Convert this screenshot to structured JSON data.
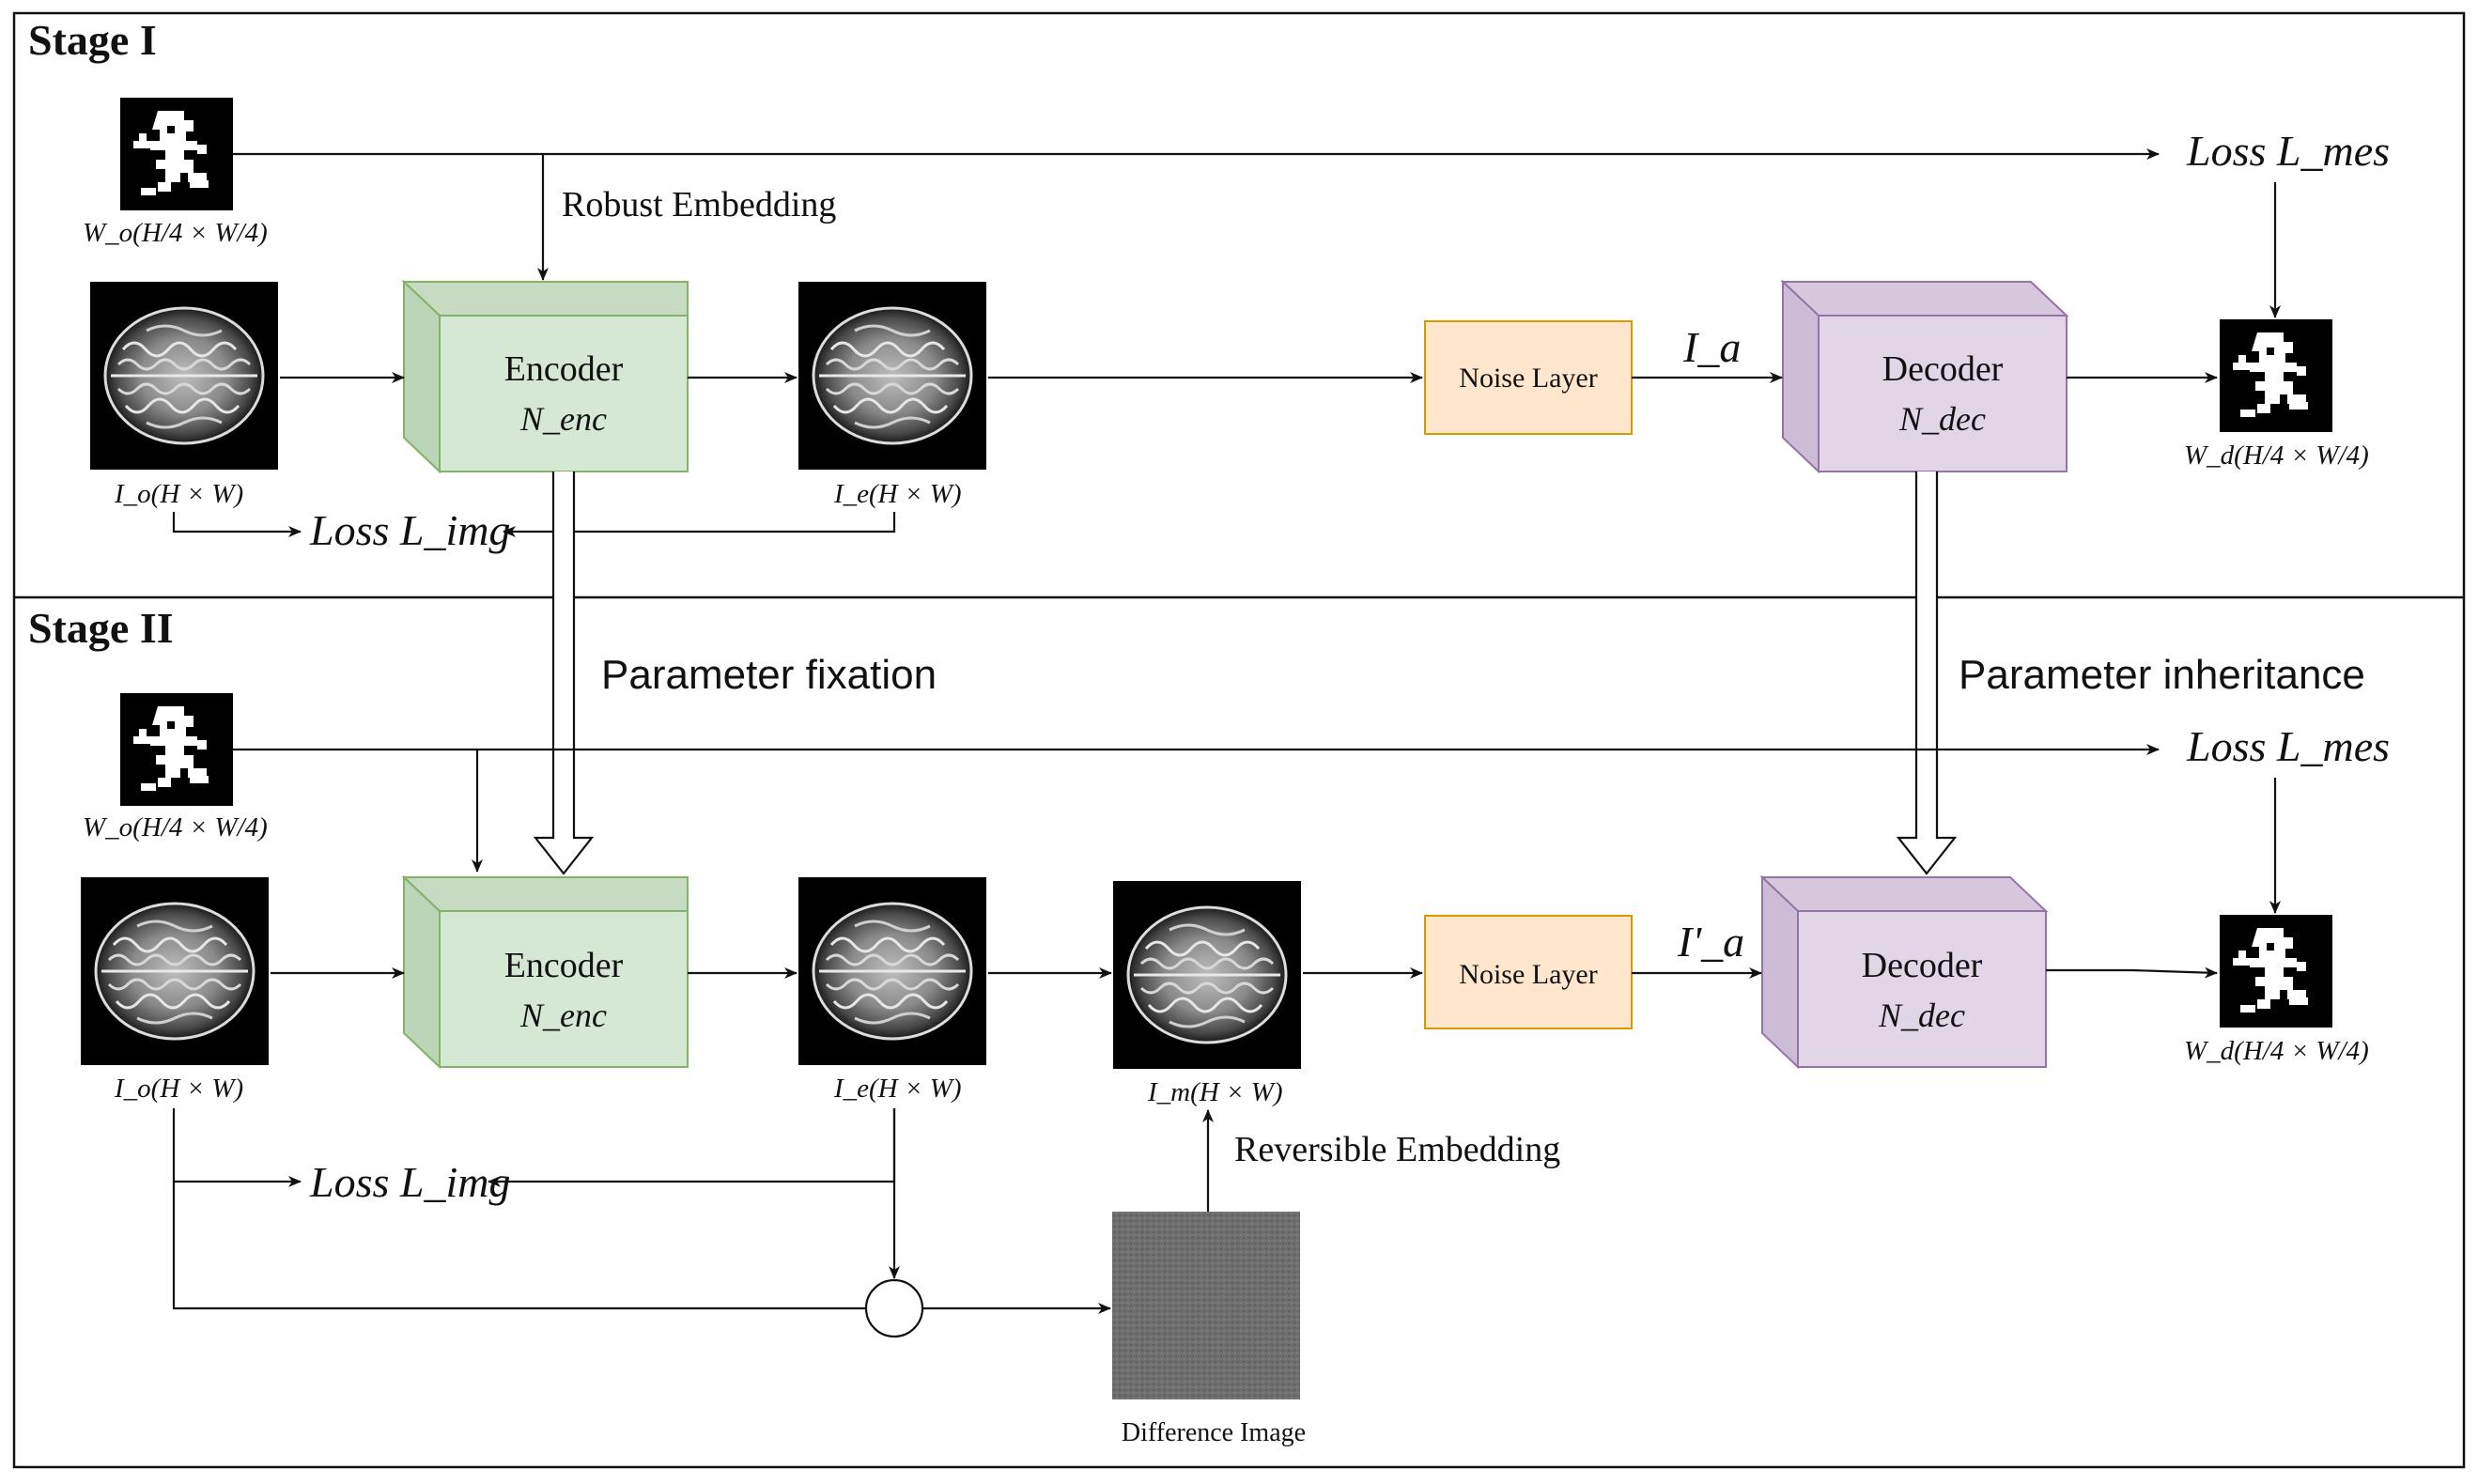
{
  "stage1": {
    "title": "Stage I",
    "robust_embedding": "Robust Embedding",
    "watermark_caption": "W_o(H/4 × W/4)",
    "original_caption": "I_o(H × W)",
    "encoded_caption": "I_e(H × W)",
    "decoded_caption": "W_d(H/4 × W/4)",
    "encoder_label": "Encoder",
    "encoder_symbol": "N_enc",
    "noise_label": "Noise Layer",
    "attacked_symbol": "I_a",
    "decoder_label": "Decoder",
    "decoder_symbol": "N_dec",
    "loss_mes": "Loss  L_mes",
    "loss_img": "Loss  L_img"
  },
  "stage2": {
    "title": "Stage II",
    "parameter_fixation": "Parameter fixation",
    "parameter_inheritance": "Parameter inheritance",
    "watermark_caption": "W_o(H/4 × W/4)",
    "original_caption": "I_o(H × W)",
    "encoded_caption": "I_e(H × W)",
    "marked_caption": "I_m(H × W)",
    "decoded_caption": "W_d(H/4 × W/4)",
    "encoder_label": "Encoder",
    "encoder_symbol": "N_enc",
    "noise_label": "Noise Layer",
    "attacked_symbol": "I'_a",
    "decoder_label": "Decoder",
    "decoder_symbol": "N_dec",
    "loss_mes": "Loss  L_mes",
    "loss_img": "Loss  L_img",
    "reversible_embedding": "Reversible Embedding",
    "difference_image": "Difference Image"
  },
  "colors": {
    "encoder_fill": "#d5e8d4",
    "encoder_stroke": "#82b366",
    "decoder_fill": "#e1d5e7",
    "decoder_stroke": "#9673a6",
    "noise_fill": "#ffe6cc",
    "noise_stroke": "#d79b00"
  }
}
